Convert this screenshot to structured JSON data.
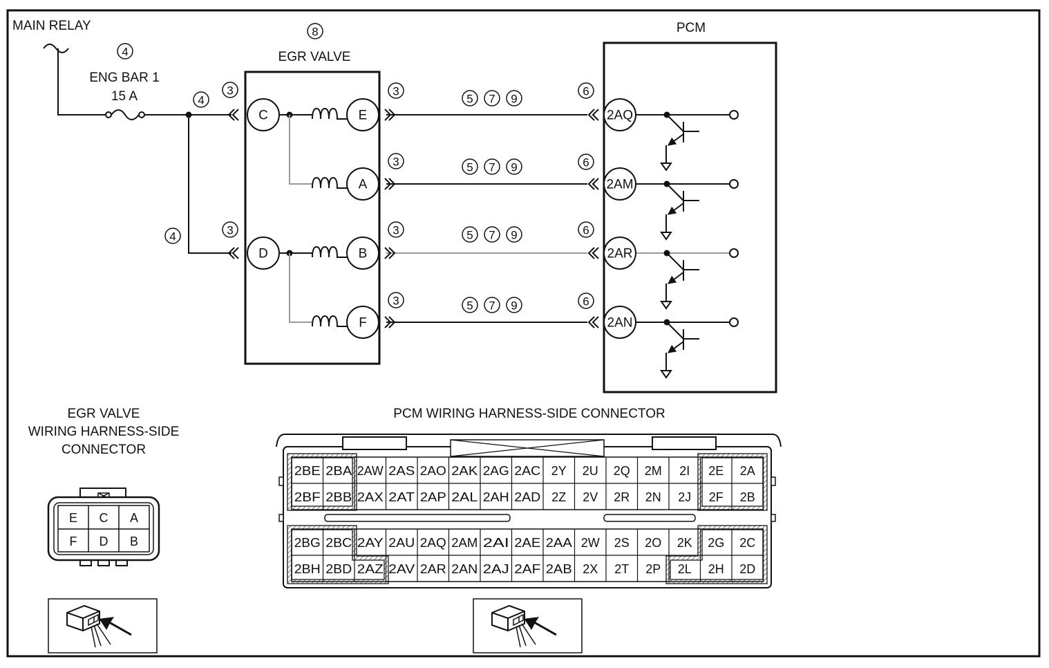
{
  "labels": {
    "main_relay": "MAIN RELAY",
    "fuse_name": "ENG BAR 1",
    "fuse_rating": "15 A",
    "egr_valve": "EGR VALVE",
    "pcm": "PCM",
    "egr_connector_title": [
      "EGR VALVE",
      "WIRING HARNESS-SIDE",
      "CONNECTOR"
    ],
    "pcm_connector_title": "PCM WIRING HARNESS-SIDE CONNECTOR"
  },
  "callouts": {
    "fuse": "4",
    "junction_top": "4",
    "junction_left": "4",
    "egr_component": "8",
    "egr_connector": "3",
    "pcm_connector": "6",
    "wire_harness": [
      "5",
      "7",
      "9"
    ]
  },
  "egr_pins": {
    "common": [
      "C",
      "D"
    ],
    "coil_outputs": [
      "E",
      "A",
      "B",
      "F"
    ]
  },
  "pcm_pins": [
    "2AQ",
    "2AM",
    "2AR",
    "2AN"
  ],
  "egr_connector_grid": [
    [
      "E",
      "C",
      "A"
    ],
    [
      "F",
      "D",
      "B"
    ]
  ],
  "pcm_connector_grid": {
    "top_rows": [
      [
        "2BE",
        "2BA",
        "2AW",
        "2AS",
        "2AO",
        "2AK",
        "2AG",
        "2AC",
        "2Y",
        "2U",
        "2Q",
        "2M",
        "2I",
        "2E",
        "2A"
      ],
      [
        "2BF",
        "2BB",
        "2AX",
        "2AT",
        "2AP",
        "2AL",
        "2AH",
        "2AD",
        "2Z",
        "2V",
        "2R",
        "2N",
        "2J",
        "2F",
        "2B"
      ]
    ],
    "bottom_rows": [
      [
        "2BG",
        "2BC",
        "2AY",
        "2AU",
        "2AQ",
        "2AM",
        "2AI",
        "2AE",
        "2AA",
        "2W",
        "2S",
        "2O",
        "2K",
        "2G",
        "2C"
      ],
      [
        "2BH",
        "2BD",
        "2AZ",
        "2AV",
        "2AR",
        "2AN",
        "2AJ",
        "2AF",
        "2AB",
        "2X",
        "2T",
        "2P",
        "2L",
        "2H",
        "2D"
      ]
    ]
  }
}
